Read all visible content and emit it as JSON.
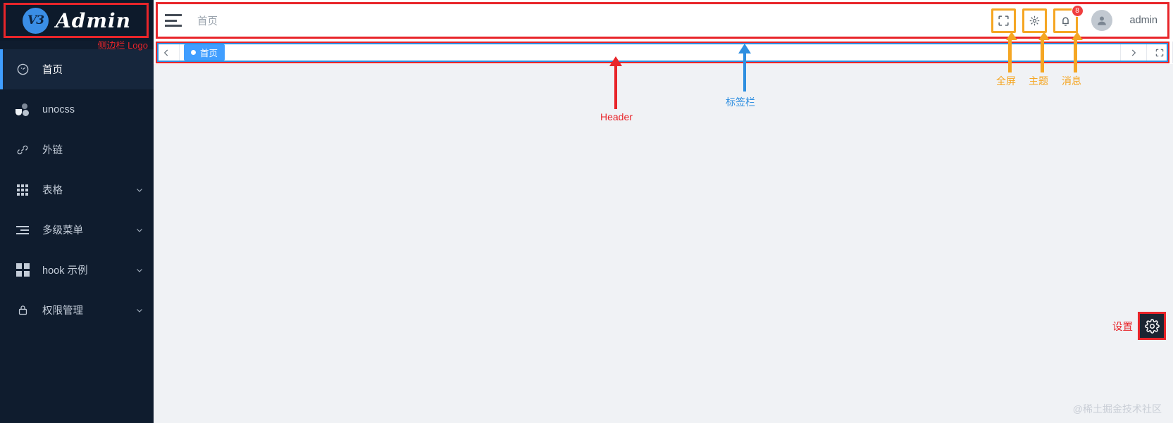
{
  "sidebar": {
    "logo": {
      "badge": "V3",
      "text": "Admin",
      "annotation": "侧边栏 Logo"
    },
    "items": [
      {
        "label": "首页",
        "icon": "dashboard-icon",
        "active": true,
        "expandable": false
      },
      {
        "label": "unocss",
        "icon": "unocss-icon",
        "active": false,
        "expandable": false
      },
      {
        "label": "外链",
        "icon": "link-icon",
        "active": false,
        "expandable": false
      },
      {
        "label": "表格",
        "icon": "grid-icon",
        "active": false,
        "expandable": true
      },
      {
        "label": "多级菜单",
        "icon": "list-icon",
        "active": false,
        "expandable": true
      },
      {
        "label": "hook 示例",
        "icon": "quad-squares-icon",
        "active": false,
        "expandable": true
      },
      {
        "label": "权限管理",
        "icon": "lock-icon",
        "active": false,
        "expandable": true
      }
    ]
  },
  "header": {
    "menu_toggle": "hamburger-icon",
    "breadcrumb": "首页",
    "annotation": "Header",
    "actions": [
      {
        "name": "fullscreen",
        "icon": "fullscreen-icon",
        "annotation": "全屏"
      },
      {
        "name": "theme",
        "icon": "theme-sparkle-icon",
        "annotation": "主题"
      },
      {
        "name": "notification",
        "icon": "bell-icon",
        "annotation": "消息",
        "badge": "8"
      }
    ],
    "user": {
      "avatar": "user-avatar-icon",
      "name": "admin"
    }
  },
  "tabbar": {
    "annotation": "标签栏",
    "prev": "chevron-left-icon",
    "next": "chevron-right-icon",
    "expand": "maximize-content-icon",
    "tabs": [
      {
        "label": "首页",
        "active": true
      }
    ]
  },
  "settings": {
    "label": "设置",
    "icon": "gear-icon"
  },
  "watermark": "@稀土掘金技术社区",
  "colors": {
    "sidebar_bg": "#0f1c2e",
    "accent_blue": "#409eff",
    "annotation_red": "#e8252a",
    "annotation_orange": "#f5a623",
    "annotation_blue": "#2f8fe0",
    "badge_red": "#f03e3e"
  }
}
